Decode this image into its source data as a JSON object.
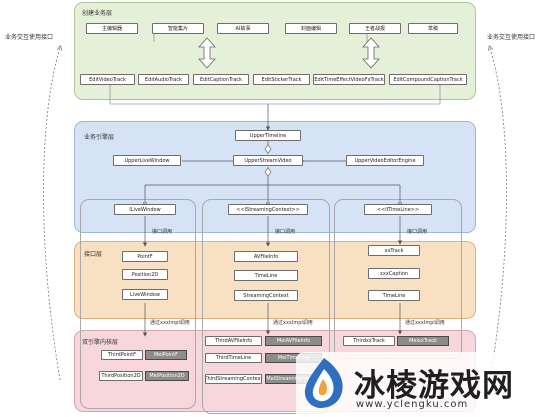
{
  "business_layer": {
    "title": "创建业务层",
    "row1": [
      "主编辑器",
      "智能集片",
      "AI故事",
      "封面编辑",
      "王者战报",
      "草稿"
    ],
    "row2": [
      "EditVideoTrack",
      "EditAudioTrack",
      "EditCaptionTrack",
      "EditStickerTrack",
      "EditTimeEffectVideoFxTrack",
      "EditCompoundCaptionTrack"
    ]
  },
  "side_labels": {
    "left": "业务交互使用接口",
    "right": "业务交互使用接口"
  },
  "engine_layer": {
    "title": "业务引擎层",
    "upper_timeline": "UpperTimeline",
    "upper_stream_video": "UpperStreamVideo",
    "upper_live_window": "UpperLiveWindow",
    "upper_video_editor_engine": "UpperVideoEditorEngine",
    "ilive_window": "ILiveWindow",
    "streaming_context": "<<IStreamingContext>>",
    "itimeline": "<<IITimeLine>>"
  },
  "calls": {
    "c1": "接口调用",
    "c2": "接口调用",
    "c3": "接口调用"
  },
  "interface_layer": {
    "title": "接口层",
    "col1": [
      "PointF",
      "Position2D",
      "LiveWindow"
    ],
    "col2": [
      "AVFileInfo",
      "TimeLine",
      "StreamingContext"
    ],
    "col3": [
      "xxTrack",
      "xxxCaption",
      "TimeLine"
    ]
  },
  "impl_notes": {
    "n1": "通过xxxImpl调用",
    "n2": "通过xxxImpl调用",
    "n3": "通过xxxImpl调用"
  },
  "dual_layer": {
    "title": "双引擎内核层",
    "col1": [
      {
        "left": "ThirdPointF",
        "right": "MeiPointF"
      },
      {
        "left": "ThirdPosition2D",
        "right": "MeiPosition2D"
      }
    ],
    "col2": [
      {
        "left": "ThirdAVFileInfo",
        "right": "MeiAVFileInfo"
      },
      {
        "left": "ThirdTimeLine",
        "right": "MeiTimeLine"
      },
      {
        "left": "ThirdStreamingContext",
        "right": "MeiStreamingContext"
      }
    ],
    "col3": [
      {
        "left": "ThirdxxTrack",
        "right": "MeixxTrack"
      }
    ]
  },
  "watermark": {
    "brand": "冰棱游戏网",
    "url": "www.yclengku.com"
  },
  "colors": {
    "green": "#e4f0d8",
    "blue": "#d5e3f5",
    "orange": "#f8e0c2",
    "pink": "#f7d6dc",
    "gray_box": "#8c8c8c"
  }
}
